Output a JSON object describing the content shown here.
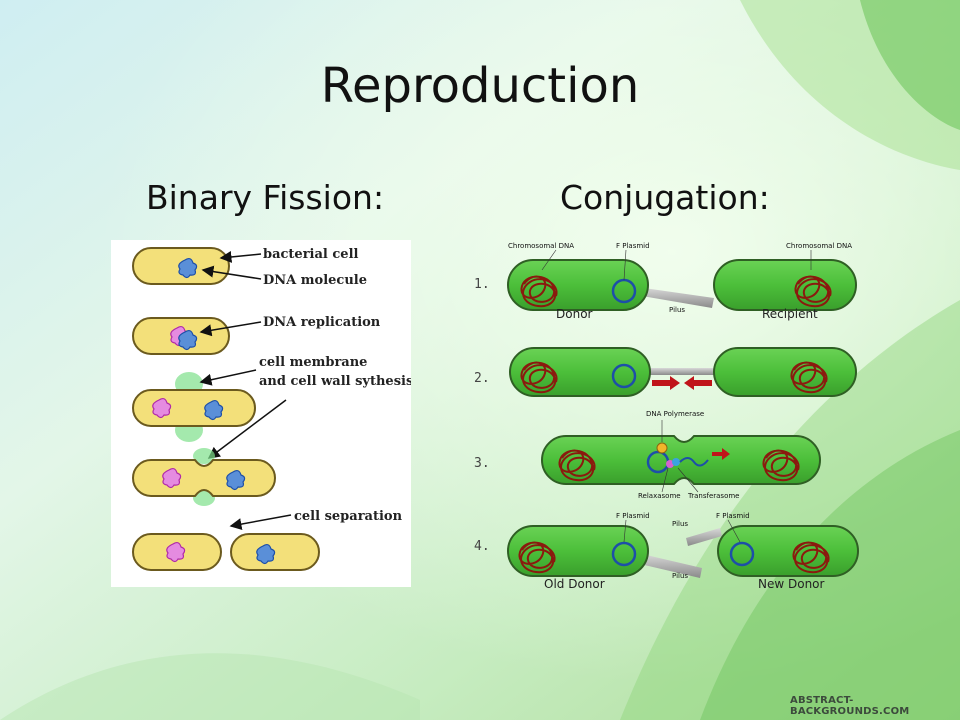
{
  "slide": {
    "title": "Reproduction",
    "left_heading": "Binary Fission:",
    "right_heading": "Conjugation:",
    "credit": "ABSTRACT-BACKGROUNDS.COM"
  },
  "binary_fission": {
    "labels": {
      "bacterial_cell": "bacterial cell",
      "dna_molecule": "DNA molecule",
      "dna_replication": "DNA replication",
      "membrane_line1": "cell membrane",
      "membrane_line2": "and cell wall sythesis",
      "cell_separation": "cell separation"
    }
  },
  "conjugation": {
    "steps": [
      "1.",
      "2.",
      "3.",
      "4."
    ],
    "labels": {
      "chromosomal_dna_left": "Chromosomal DNA",
      "f_plasmid_top": "F Plasmid",
      "chromosomal_dna_right": "Chromosomal DNA",
      "pilus_1": "Pilus",
      "donor": "Donor",
      "recipient": "Recipient",
      "dna_polymerase": "DNA Polymerase",
      "relaxasome": "Relaxasome",
      "transferasome": "Transferasome",
      "f_plasmid_left": "F Plasmid",
      "pilus_4_top": "Pilus",
      "f_plasmid_right": "F Plasmid",
      "pilus_4_bottom": "Pilus",
      "old_donor": "Old Donor",
      "new_donor": "New Donor"
    }
  },
  "colors": {
    "cell_green": "#4cbf3a",
    "fission_cell": "#f3e07a",
    "dna_red": "#8a1a0e",
    "plasmid_blue": "#1d4fa8"
  }
}
